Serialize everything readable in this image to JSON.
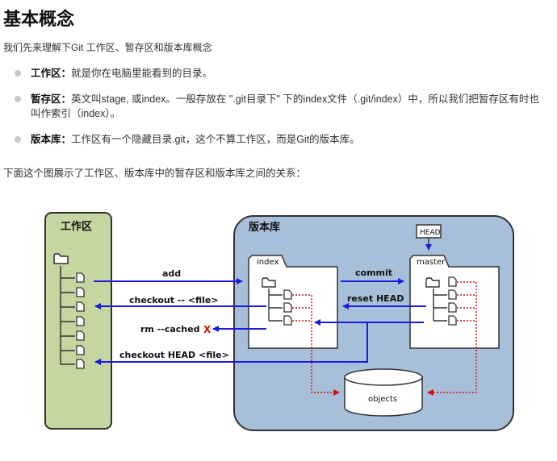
{
  "title": "基本概念",
  "intro": "我们先来理解下Git 工作区、暂存区和版本库概念",
  "points": [
    {
      "label": "工作区：",
      "text": "就是你在电脑里能看到的目录。"
    },
    {
      "label": "暂存区：",
      "text": "英文叫stage, 或index。一般存放在 \".git目录下\" 下的index文件（.git/index）中，所以我们把暂存区有时也叫作索引（index）。"
    },
    {
      "label": "版本库：",
      "text": "工作区有一个隐藏目录.git，这个不算工作区，而是Git的版本库。"
    }
  ],
  "relation_text": "下面这个图展示了工作区、版本库中的暂存区和版本库之间的关系：",
  "diagram": {
    "workspace_label": "工作区",
    "repo_label": "版本库",
    "head_label": "HEAD",
    "index_label": "index",
    "master_label": "master",
    "objects_label": "objects",
    "arrows": {
      "add": "add",
      "checkout": "checkout -- <file>",
      "rm_cached": "rm --cached",
      "rm_mark": "X",
      "checkout_head": "checkout HEAD <file>",
      "commit": "commit",
      "reset_head": "reset HEAD"
    },
    "colors": {
      "workspace_fill": "#c5d6a0",
      "repo_fill": "#a8bfd9",
      "blue_arrow": "#1a1adf",
      "red_dotted": "#d01010",
      "outline": "#333333"
    }
  }
}
